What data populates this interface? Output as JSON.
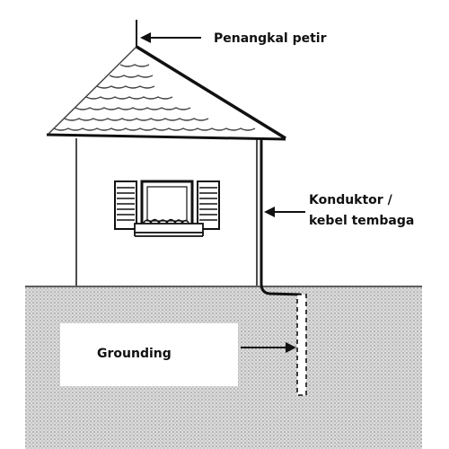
{
  "labels": {
    "lightning_rod": "Penangkal petir",
    "conductor_line1": "Konduktor /",
    "conductor_line2": "kebel tembaga",
    "grounding": "Grounding"
  },
  "colors": {
    "ink": "#111111",
    "ground_fill": "#d4d4d4",
    "background": "#ffffff"
  }
}
